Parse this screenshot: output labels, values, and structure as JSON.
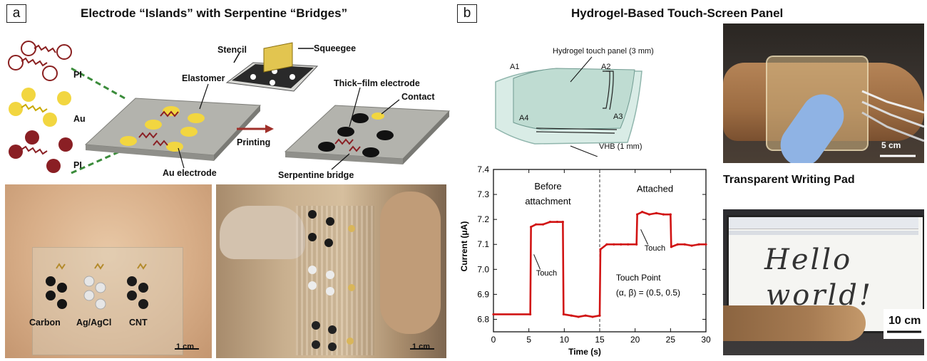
{
  "panel_a": {
    "tag": "a",
    "title": "Electrode “Islands” with Serpentine “Bridges”",
    "labels": {
      "pi_top": "PI",
      "au": "Au",
      "pi_bottom": "PI",
      "stencil": "Stencil",
      "squeegee": "Squeegee",
      "elastomer": "Elastomer",
      "thick_film": "Thick–film electrode",
      "contact": "Contact",
      "printing": "Printing",
      "au_electrode": "Au electrode",
      "serpentine": "Serpentine bridge"
    },
    "photo_left": {
      "items": [
        "Carbon",
        "Ag/AgCl",
        "CNT"
      ],
      "scale": "1 cm"
    },
    "photo_right": {
      "scale": "1 cm"
    }
  },
  "panel_b": {
    "tag": "b",
    "title": "Hydrogel-Based Touch-Screen Panel",
    "schematic": {
      "hydrogel": "Hydrogel touch panel (3 mm)",
      "vhb": "VHB (1 mm)",
      "a1": "A1",
      "a2": "A2",
      "a3": "A3",
      "a4": "A4"
    },
    "photo_arm": {
      "scale": "5 cm"
    },
    "writing_pad": {
      "title": "Transparent Writing Pad",
      "text_line1": "Hello",
      "text_line2": "world!",
      "scale": "10 cm"
    },
    "colors": {
      "signal": "#d11414",
      "gel": "#cfe4dc"
    }
  },
  "chart_data": {
    "type": "line",
    "xlabel": "Time (s)",
    "ylabel": "Current (μA)",
    "xlim": [
      0,
      30
    ],
    "ylim": [
      6.75,
      7.4
    ],
    "xticks": [
      "0",
      "5",
      "10",
      "15",
      "20",
      "25",
      "30"
    ],
    "yticks": [
      "6.8",
      "6.9",
      "7.0",
      "7.1",
      "7.2",
      "7.3",
      "7.4"
    ],
    "divider_x": 15,
    "series": [
      {
        "x": [
          0,
          5.2,
          5.3,
          6,
          7,
          8,
          9,
          9.8,
          9.9,
          11,
          12,
          13,
          14,
          15,
          15.1,
          16,
          17,
          18,
          19,
          20.2,
          20.3,
          21,
          22,
          23,
          24,
          25,
          25.1,
          26,
          27,
          28,
          29,
          30
        ],
        "y": [
          6.82,
          6.82,
          7.17,
          7.18,
          7.18,
          7.19,
          7.19,
          7.19,
          6.82,
          6.815,
          6.81,
          6.815,
          6.81,
          6.815,
          7.08,
          7.1,
          7.1,
          7.1,
          7.1,
          7.1,
          7.22,
          7.23,
          7.22,
          7.225,
          7.22,
          7.22,
          7.09,
          7.1,
          7.1,
          7.095,
          7.1,
          7.1
        ]
      }
    ],
    "annotations": {
      "before": [
        "Before",
        "attachment"
      ],
      "attached": "Attached",
      "touch1": "Touch",
      "touch2": "Touch",
      "touch_point": "Touch Point",
      "coords": "(α, β) = (0.5, 0.5)"
    }
  }
}
